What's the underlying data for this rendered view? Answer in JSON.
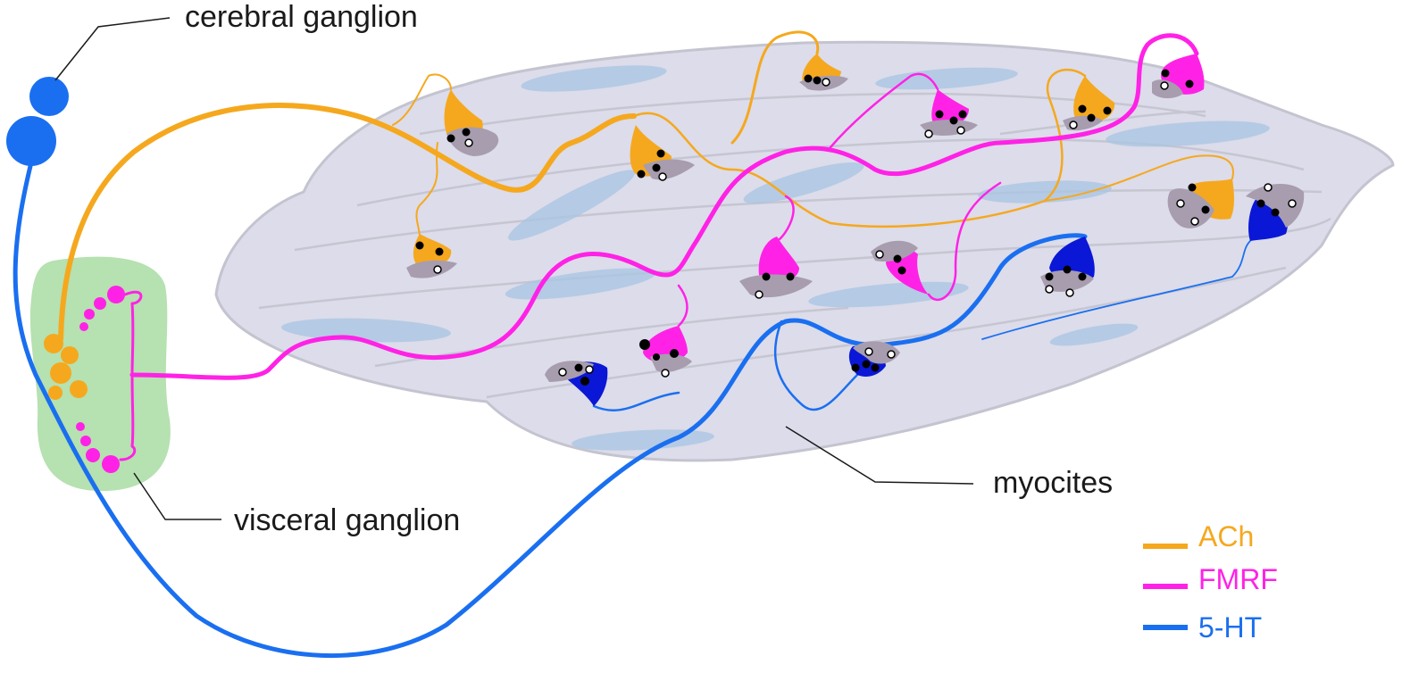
{
  "labels": {
    "cerebral": "cerebral ganglion",
    "visceral": "visceral ganglion",
    "myocites": "myocites"
  },
  "legend": [
    {
      "name": "ACh",
      "color": "#f5a81e"
    },
    {
      "name": "FMRF",
      "color": "#ff22e6"
    },
    {
      "name": "5-HT",
      "color": "#1a6ff0"
    }
  ],
  "colors": {
    "ach": "#f5a81e",
    "fmrf": "#ff22e6",
    "serotonin_fiber": "#1a6ff0",
    "serotonin_cell": "#0a17d6",
    "ganglion_green": "#b6e1b0",
    "muscle_fill": "#dcdcea",
    "muscle_stroke": "#c4c4d0",
    "myocyte_patch": "#a9c4e2",
    "junction_gray": "#a79daf"
  }
}
